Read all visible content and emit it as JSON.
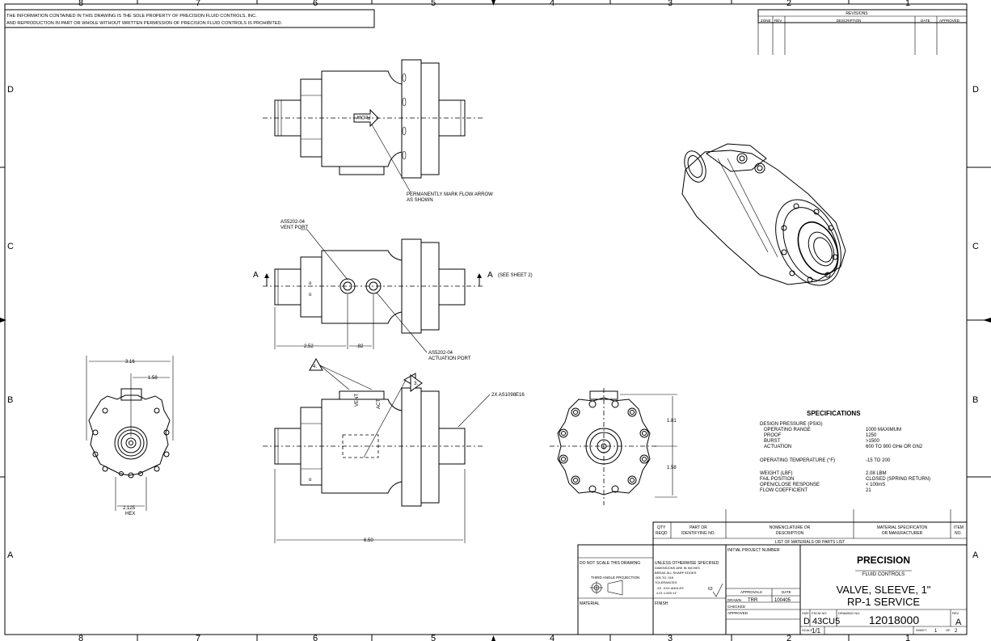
{
  "proprietary_notice": {
    "line1": "THE INFORMATION CONTAINED IN THIS DRAWING IS THE SOLE PROPERTY OF PRECISION FLUID CONTROLS, INC.",
    "line2": "AND REPRODUCTION IN PART OR WHOLE WITHOUT WRITTEN PERMISSION OF PRECISION FLUID CONTROLS IS PROHIBITED."
  },
  "border": {
    "columns": [
      "8",
      "7",
      "6",
      "5",
      "4",
      "3",
      "2",
      "1"
    ],
    "rows": [
      "D",
      "C",
      "B",
      "A"
    ]
  },
  "revisions": {
    "title": "REVISIONS",
    "headers": [
      "ZONE",
      "REV",
      "DESCRIPTION",
      "DATE",
      "APPROVED"
    ]
  },
  "annotations": {
    "flow_word": "FLOW",
    "flow_note_1": "PERMANENTLY MARK FLOW ARROW",
    "flow_note_2": "AS SHOWN",
    "vent_port_1": "AS5202-04",
    "vent_port_2": "VENT PORT",
    "act_port_1": "AS5202-04",
    "act_port_2": "ACTUATION PORT",
    "section_a": "A",
    "see_sheet": "(SEE SHEET 2)",
    "dim_252": "2.52",
    "dim_82": ".82",
    "dim_316": "3.16",
    "dim_158_top": "1.58",
    "dim_2125": "2.125",
    "hex": "HEX",
    "callout_4": "4.",
    "callout_3": "3.",
    "vent": "VENT",
    "act": "ACT",
    "as1098": "2X AS1098E16",
    "dim_650": "6.50",
    "dim_181": "1.81",
    "dim_158_side": "1.58",
    "mark_o": "o"
  },
  "specifications": {
    "title": "SPECIFICATIONS",
    "rows": [
      {
        "label": "DESIGN PRESSURE (PSIG)",
        "value": ""
      },
      {
        "label": "  OPERATING RANGE",
        "value": "1000 MAXIMUM"
      },
      {
        "label": "  PROOF",
        "value": "1250"
      },
      {
        "label": "  BURST",
        "value": ">1500"
      },
      {
        "label": "  ACTUATION",
        "value": "600 TO 900 GHe OR GN2"
      },
      {
        "label": "OPERATING TEMPERATURE (°F)",
        "value": "-15 TO 200"
      },
      {
        "label": "WEIGHT (LBF)",
        "value": "2.08 LBM"
      },
      {
        "label": "FAIL POSITION",
        "value": "CLOSED (SPRING RETURN)"
      },
      {
        "label": "OPEN/CLOSE RESPONSE",
        "value": "< 100mS"
      },
      {
        "label": "FLOW COEFFICIENT",
        "value": "21"
      }
    ]
  },
  "parts_list": {
    "qty": "QTY",
    "reqd": "REQD",
    "part_or": "PART OR",
    "ident": "IDENTIFYING NO.",
    "nomen": "NOMENCLATURE OR",
    "desc": "DESCRIPTION",
    "mat": "MATERIAL SPECIFICATON",
    "manuf": "OR MANUFACTURER",
    "item": "ITEM",
    "no": "NO.",
    "title": "LIST OF MATERIALS OR PARTS LIST"
  },
  "title_block": {
    "do_not_scale": "DO NOT SCALE THIS DRAWING",
    "third_angle": "THIRD ANGLE PROJECTION",
    "material": "MATERIAL",
    "unless": "UNLESS OTHERWISE SPECIFIED",
    "dims_inches": "DIMENSIONS ARE IN INCHES",
    "break_edges": "BREAK ALL SHARP EDGES",
    "edges_range": ".005 TO .015",
    "tolerances": "TOLERANCES:",
    "tol_heads": ".XX   .XXX   ANGLES",
    "tol_vals": "±.01  ±.005   ±1°",
    "finish_num": "63",
    "finish": "FINISH",
    "initial_project": "INITIAL PROJECT NUMBER",
    "approvals": "APPROVALS",
    "date": "DATE",
    "drawn": "DRAWN",
    "drawn_by": "TRR",
    "drawn_date": "100405",
    "checked": "CHECKED",
    "approved": "APPROVED",
    "company_1": "PRECISION",
    "company_2": "FLUID CONTROLS",
    "title_1": "VALVE, SLEEVE, 1\"",
    "title_2": "RP-1 SERVICE",
    "size_lbl": "SIZE",
    "fscm_lbl": "FSCM NO.",
    "size": "D",
    "fscm": "43CU5",
    "dwg_lbl": "DRAWING NO.",
    "dwg_no": "12018000",
    "rev_lbl": "REV",
    "rev": "A",
    "scale_lbl": "SCALE",
    "scale": "1/1",
    "sheet_lbl": "SHEET",
    "sheet": "1",
    "of_lbl": "OF",
    "of": "2"
  }
}
